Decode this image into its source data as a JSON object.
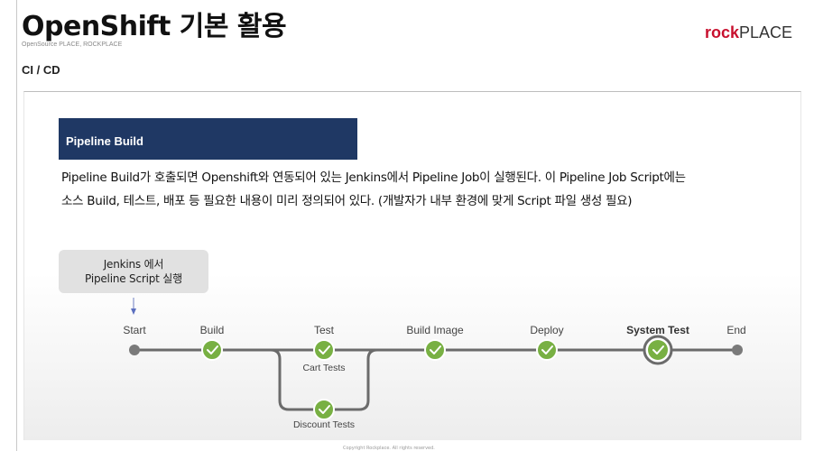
{
  "header": {
    "title": "OpenShift 기본 활용",
    "subtitle": "OpenSource PLACE, ROCKPLACE",
    "brand_rock": "rock",
    "brand_place": "PLACE",
    "section": "CI / CD"
  },
  "banner": {
    "title": "Pipeline Build"
  },
  "description": {
    "line1": "Pipeline Build가 호출되면 Openshift와 연동되어 있는 Jenkins에서 Pipeline Job이 실행된다. 이 Pipeline Job Script에는",
    "line2": "소스 Build, 테스트, 배포 등 필요한 내용이 미리 정의되어 있다. (개발자가 내부 환경에 맞게 Script 파일 생성 필요)"
  },
  "callout": {
    "line1": "Jenkins 에서",
    "line2": "Pipeline Script 실행"
  },
  "pipeline": {
    "stages": [
      {
        "label": "Start",
        "state": "pending"
      },
      {
        "label": "Build",
        "state": "done"
      },
      {
        "label": "Test",
        "state": "done"
      },
      {
        "label": "Build Image",
        "state": "done"
      },
      {
        "label": "Deploy",
        "state": "done"
      },
      {
        "label": "System Test",
        "state": "current"
      },
      {
        "label": "End",
        "state": "pending"
      }
    ],
    "branches": [
      {
        "label": "Cart Tests",
        "state": "done"
      },
      {
        "label": "Discount Tests",
        "state": "done"
      }
    ]
  },
  "footer": {
    "text": "Copyright Rockplace. All rights reserved."
  },
  "colors": {
    "done": "#78b043",
    "line": "#6b6b6b",
    "pending": "#7a7a7a",
    "banner": "#1f3864",
    "brand_red": "#c8102e"
  }
}
